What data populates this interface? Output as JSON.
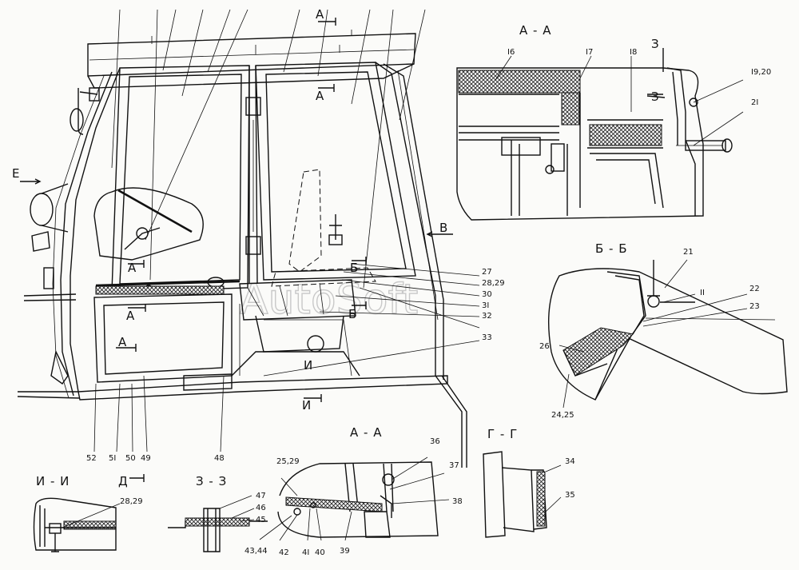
{
  "section_titles": {
    "aa_top": "А - А",
    "bb": "Б - Б",
    "gg": "Г - Г",
    "ii": "И - И",
    "zz": "З - З",
    "aa_bottom": "А - А"
  },
  "view_marks": {
    "e": "Е",
    "v": "В",
    "a1_top": "А",
    "a1_mid": "А",
    "a_left": "А",
    "a1_left": "А",
    "b_top": "Б",
    "b_bottom": "Б",
    "i_mid": "И",
    "i_bottom": "И",
    "d_mark": "Д",
    "z_upper": "З",
    "z_lower": "З"
  },
  "callouts": {
    "c16": "I6",
    "c17": "I7",
    "c18": "I8",
    "c1920": "I9,20",
    "c21a": "2I",
    "c21b": "21",
    "c2": "II",
    "c22": "22",
    "c23": "23",
    "c26": "26",
    "c2425": "24,25",
    "c27": "27",
    "c2829a": "28,29",
    "c30": "30",
    "c31": "3I",
    "c32": "32",
    "c33": "33",
    "c34": "34",
    "c35": "35",
    "c36": "36",
    "c37": "37",
    "c38": "38",
    "c2529": "25,29",
    "c39": "39",
    "c40": "40",
    "c41": "4I",
    "c42": "42",
    "c4344": "43,44",
    "c45": "45",
    "c46": "46",
    "c47": "47",
    "c48": "48",
    "c49": "49",
    "c50": "50",
    "c51": "5I",
    "c52": "52",
    "c2829b": "28,29"
  },
  "watermark": "AutoSoft"
}
